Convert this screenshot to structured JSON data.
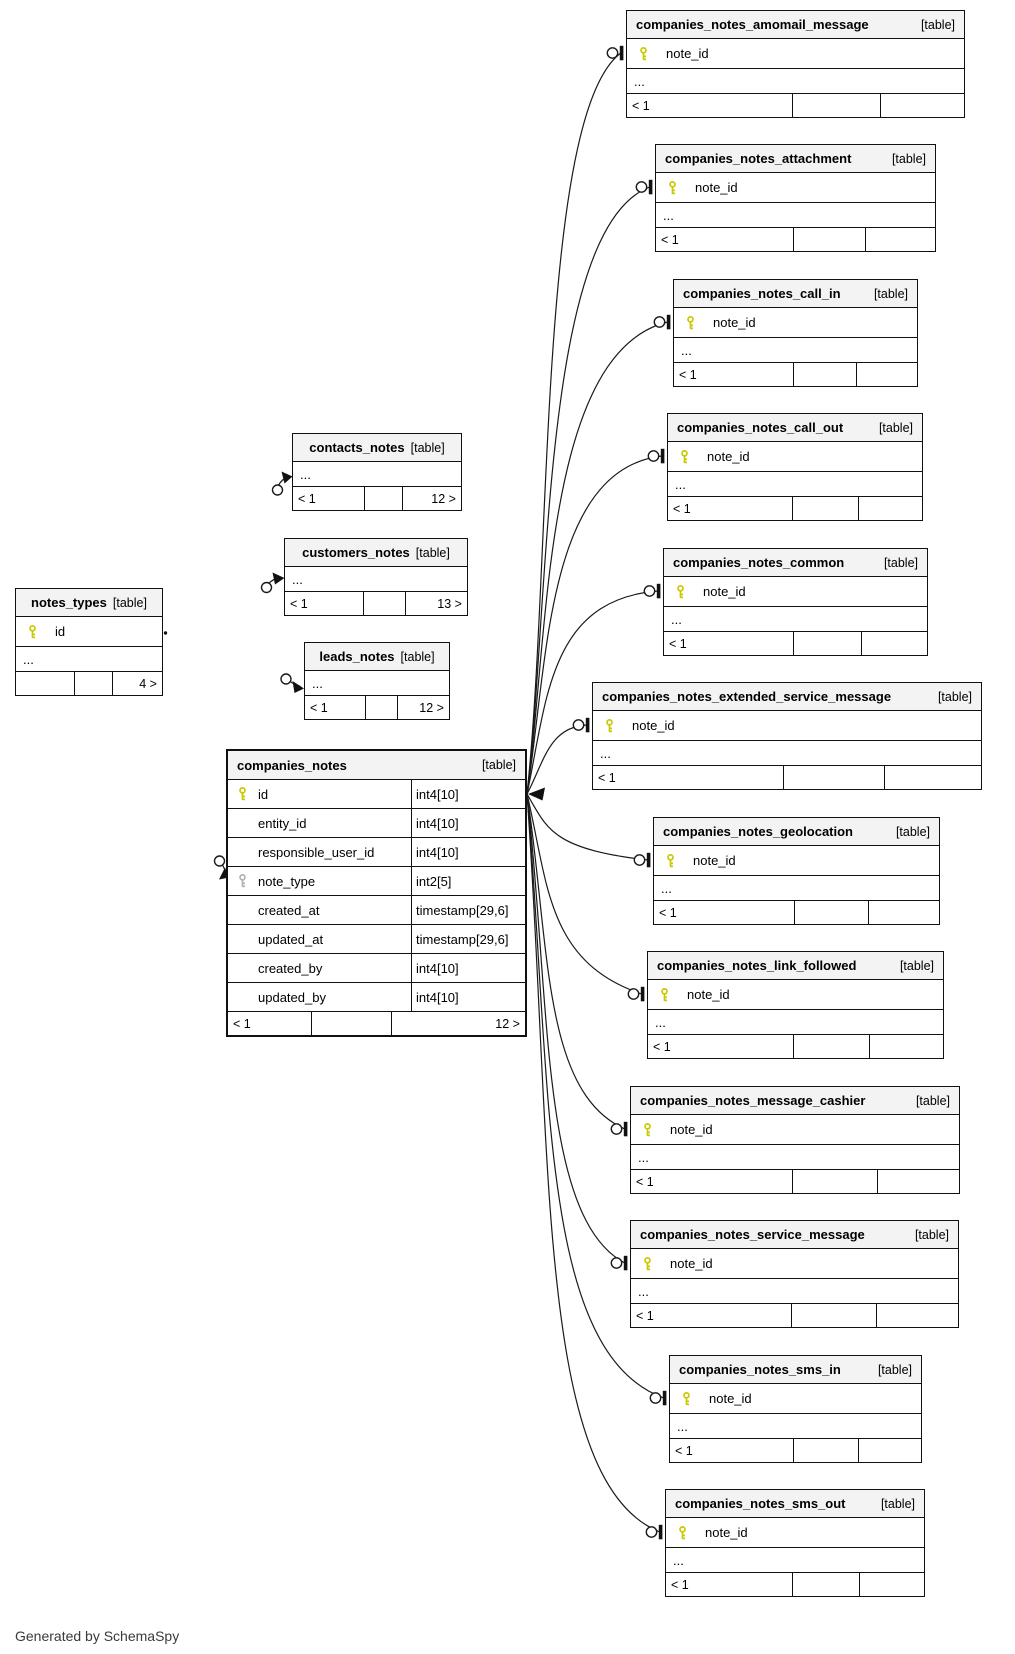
{
  "page": {
    "generated_by": "Generated by SchemaSpy"
  },
  "colors": {
    "primary_key_icon": "#c9c900",
    "foreign_key_icon": "#b3b3b3",
    "header_bg": "#f3f3f3",
    "border": "#1a1a1a"
  },
  "tables": {
    "notes_types": {
      "name": "notes_types",
      "badge": "[table]",
      "pk": "id",
      "ellipsis": "...",
      "footer": [
        "",
        "",
        "4 >"
      ]
    },
    "contacts_notes": {
      "name": "contacts_notes",
      "badge": "[table]",
      "ellipsis": "...",
      "footer": [
        "< 1",
        "",
        "12 >"
      ]
    },
    "customers_notes": {
      "name": "customers_notes",
      "badge": "[table]",
      "ellipsis": "...",
      "footer": [
        "< 1",
        "",
        "13 >"
      ]
    },
    "leads_notes": {
      "name": "leads_notes",
      "badge": "[table]",
      "ellipsis": "...",
      "footer": [
        "< 1",
        "",
        "12 >"
      ]
    },
    "companies_notes": {
      "name": "companies_notes",
      "badge": "[table]",
      "columns": [
        {
          "name": "id",
          "type": "int4[10]",
          "key": "pk"
        },
        {
          "name": "entity_id",
          "type": "int4[10]",
          "key": ""
        },
        {
          "name": "responsible_user_id",
          "type": "int4[10]",
          "key": ""
        },
        {
          "name": "note_type",
          "type": "int2[5]",
          "key": "fk"
        },
        {
          "name": "created_at",
          "type": "timestamp[29,6]",
          "key": ""
        },
        {
          "name": "updated_at",
          "type": "timestamp[29,6]",
          "key": ""
        },
        {
          "name": "created_by",
          "type": "int4[10]",
          "key": ""
        },
        {
          "name": "updated_by",
          "type": "int4[10]",
          "key": ""
        }
      ],
      "footer": [
        "< 1",
        "",
        "12 >"
      ]
    },
    "amomail": {
      "name": "companies_notes_amomail_message",
      "badge": "[table]",
      "pk": "note_id",
      "ellipsis": "...",
      "footer": [
        "< 1",
        "",
        ""
      ]
    },
    "attachment": {
      "name": "companies_notes_attachment",
      "badge": "[table]",
      "pk": "note_id",
      "ellipsis": "...",
      "footer": [
        "< 1",
        "",
        ""
      ]
    },
    "call_in": {
      "name": "companies_notes_call_in",
      "badge": "[table]",
      "pk": "note_id",
      "ellipsis": "...",
      "footer": [
        "< 1",
        "",
        ""
      ]
    },
    "call_out": {
      "name": "companies_notes_call_out",
      "badge": "[table]",
      "pk": "note_id",
      "ellipsis": "...",
      "footer": [
        "< 1",
        "",
        ""
      ]
    },
    "common": {
      "name": "companies_notes_common",
      "badge": "[table]",
      "pk": "note_id",
      "ellipsis": "...",
      "footer": [
        "< 1",
        "",
        ""
      ]
    },
    "extended": {
      "name": "companies_notes_extended_service_message",
      "badge": "[table]",
      "pk": "note_id",
      "ellipsis": "...",
      "footer": [
        "< 1",
        "",
        ""
      ]
    },
    "geolocation": {
      "name": "companies_notes_geolocation",
      "badge": "[table]",
      "pk": "note_id",
      "ellipsis": "...",
      "footer": [
        "< 1",
        "",
        ""
      ]
    },
    "link_followed": {
      "name": "companies_notes_link_followed",
      "badge": "[table]",
      "pk": "note_id",
      "ellipsis": "...",
      "footer": [
        "< 1",
        "",
        ""
      ]
    },
    "message_cashier": {
      "name": "companies_notes_message_cashier",
      "badge": "[table]",
      "pk": "note_id",
      "ellipsis": "...",
      "footer": [
        "< 1",
        "",
        ""
      ]
    },
    "service_message": {
      "name": "companies_notes_service_message",
      "badge": "[table]",
      "pk": "note_id",
      "ellipsis": "...",
      "footer": [
        "< 1",
        "",
        ""
      ]
    },
    "sms_in": {
      "name": "companies_notes_sms_in",
      "badge": "[table]",
      "pk": "note_id",
      "ellipsis": "...",
      "footer": [
        "< 1",
        "",
        ""
      ]
    },
    "sms_out": {
      "name": "companies_notes_sms_out",
      "badge": "[table]",
      "pk": "note_id",
      "ellipsis": "...",
      "footer": [
        "< 1",
        "",
        ""
      ]
    }
  }
}
